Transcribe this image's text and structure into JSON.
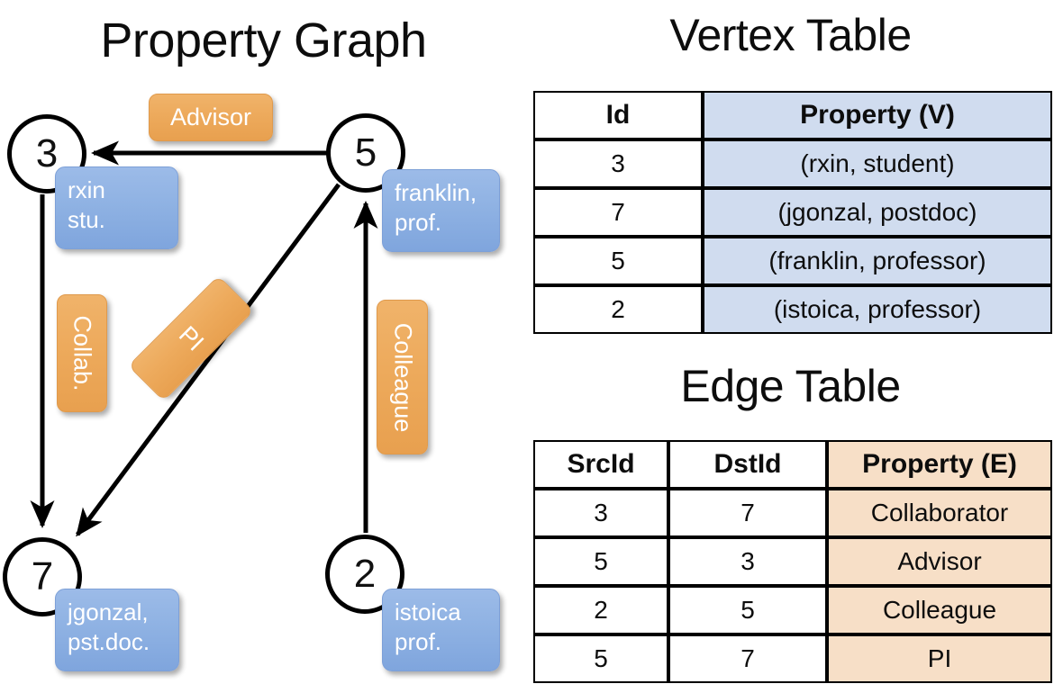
{
  "titles": {
    "property_graph": "Property Graph",
    "vertex_table": "Vertex Table",
    "edge_table": "Edge Table"
  },
  "graph": {
    "nodes": [
      {
        "id": "3",
        "property_lines": [
          "rxin",
          "stu."
        ]
      },
      {
        "id": "5",
        "property_lines": [
          "franklin,",
          "prof."
        ]
      },
      {
        "id": "7",
        "property_lines": [
          "jgonzal,",
          "pst.doc."
        ]
      },
      {
        "id": "2",
        "property_lines": [
          "istoica",
          "prof."
        ]
      }
    ],
    "edge_labels": [
      {
        "text": "Advisor",
        "orientation": "horizontal"
      },
      {
        "text": "Collab.",
        "orientation": "vertical"
      },
      {
        "text": "PI",
        "orientation": "diagonal"
      },
      {
        "text": "Colleague",
        "orientation": "vertical"
      }
    ],
    "edges": [
      {
        "from": "5",
        "to": "3",
        "label": "Advisor"
      },
      {
        "from": "3",
        "to": "7",
        "label": "Collab."
      },
      {
        "from": "5",
        "to": "7",
        "label": "PI"
      },
      {
        "from": "2",
        "to": "5",
        "label": "Colleague"
      }
    ]
  },
  "vertex_table": {
    "headers": [
      "Id",
      "Property (V)"
    ],
    "rows": [
      {
        "id": "3",
        "property": "(rxin, student)"
      },
      {
        "id": "7",
        "property": "(jgonzal, postdoc)"
      },
      {
        "id": "5",
        "property": "(franklin, professor)"
      },
      {
        "id": "2",
        "property": "(istoica, professor)"
      }
    ]
  },
  "edge_table": {
    "headers": [
      "SrcId",
      "DstId",
      "Property (E)"
    ],
    "rows": [
      {
        "src": "3",
        "dst": "7",
        "property": "Collaborator"
      },
      {
        "src": "5",
        "dst": "3",
        "property": "Advisor"
      },
      {
        "src": "2",
        "dst": "5",
        "property": "Colleague"
      },
      {
        "src": "5",
        "dst": "7",
        "property": "PI"
      }
    ]
  },
  "colors": {
    "vertex_property_fill": "#d0dcef",
    "edge_property_fill": "#f7dfc7",
    "node_box_blue": "#8fb2e3",
    "edge_label_orange": "#eda955",
    "line": "#000000",
    "background": "#ffffff"
  }
}
